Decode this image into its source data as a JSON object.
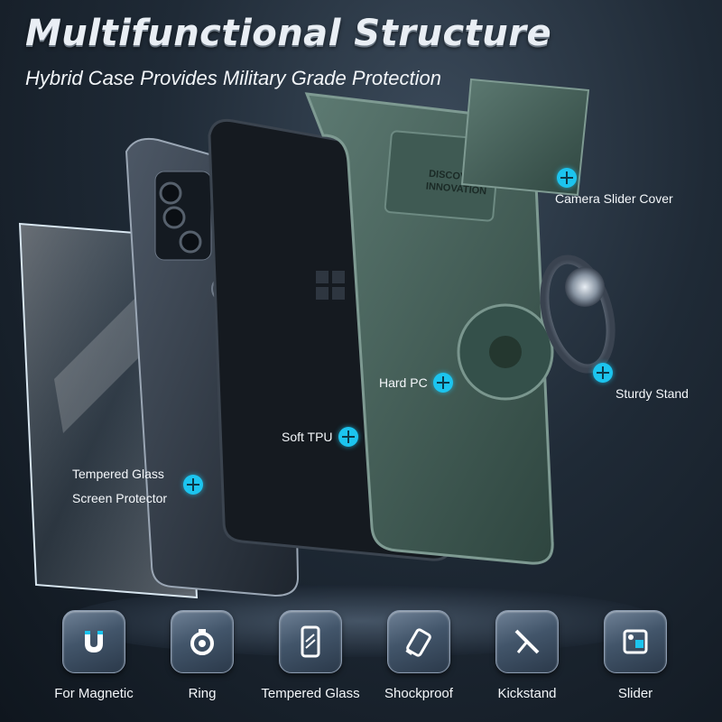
{
  "header": {
    "title": "Multifunctional Structure",
    "subtitle": "Hybrid Case Provides Military Grade Protection"
  },
  "case_print": {
    "line1": "DISCOVER",
    "line2": "INNOVATION"
  },
  "callouts": {
    "camera_slider": "Camera Slider Cover",
    "sturdy_stand": "Sturdy Stand",
    "hard_pc": "Hard PC",
    "soft_tpu": "Soft TPU",
    "tempered_glass_line1": "Tempered Glass",
    "tempered_glass_line2": "Screen Protector"
  },
  "features": [
    {
      "label": "For Magnetic",
      "icon": "magnet-icon"
    },
    {
      "label": "Ring",
      "icon": "ring-icon"
    },
    {
      "label": "Tempered Glass",
      "icon": "tempered-glass-icon"
    },
    {
      "label": "Shockproof",
      "icon": "shockproof-icon"
    },
    {
      "label": "Kickstand",
      "icon": "kickstand-icon"
    },
    {
      "label": "Slider",
      "icon": "slider-icon"
    }
  ],
  "colors": {
    "accent": "#1cc4ef",
    "case_green": "#3d5a52",
    "background": "#1f2a36"
  }
}
